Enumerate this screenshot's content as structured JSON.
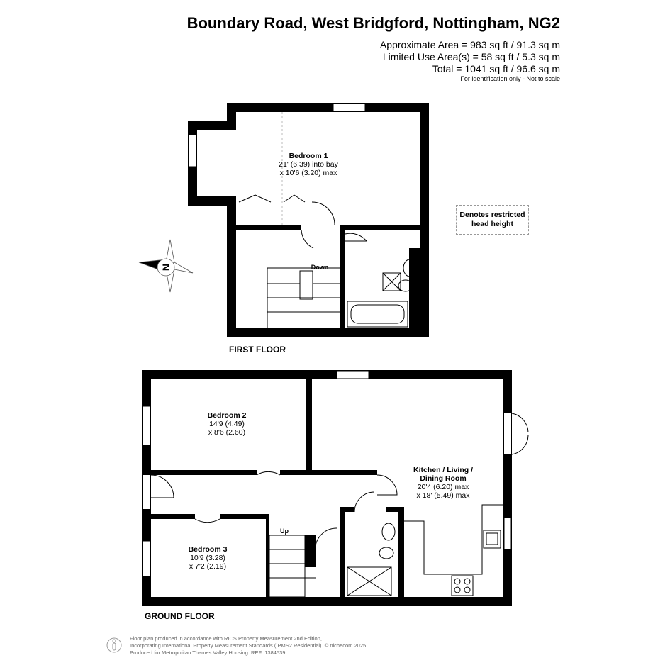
{
  "header": {
    "title": "Boundary Road, West Bridgford, Nottingham, NG2",
    "approx_area": "Approximate Area = 983 sq ft / 91.3 sq m",
    "limited_area": "Limited Use Area(s) = 58 sq ft / 5.3 sq m",
    "total": "Total = 1041 sq ft / 96.6 sq m",
    "note": "For identification only - Not to scale"
  },
  "legend": {
    "text": "Denotes restricted head height"
  },
  "first_floor": {
    "label": "FIRST FLOOR",
    "bedroom1": {
      "name": "Bedroom 1",
      "dim1": "21' (6.39) into bay",
      "dim2": "x 10'6 (3.20) max"
    },
    "stairs": "Down"
  },
  "ground_floor": {
    "label": "GROUND FLOOR",
    "bedroom2": {
      "name": "Bedroom 2",
      "dim1": "14'9 (4.49)",
      "dim2": "x 8'6 (2.60)"
    },
    "bedroom3": {
      "name": "Bedroom 3",
      "dim1": "10'9 (3.28)",
      "dim2": "x 7'2 (2.19)"
    },
    "kitchen": {
      "name1": "Kitchen / Living /",
      "name2": "Dining Room",
      "dim1": "20'4 (6.20) max",
      "dim2": "x 18' (5.49) max"
    },
    "stairs": "Up"
  },
  "compass": {
    "letter": "N"
  },
  "footer": {
    "line1": "Floor plan produced in accordance with RICS Property Measurement 2nd Edition,",
    "line2": "Incorporating International Property Measurement Standards (IPMS2 Residential).   © nichecom 2025.",
    "line3": "Produced for Metropolitan Thames Valley Housing.   REF: 1384539"
  }
}
